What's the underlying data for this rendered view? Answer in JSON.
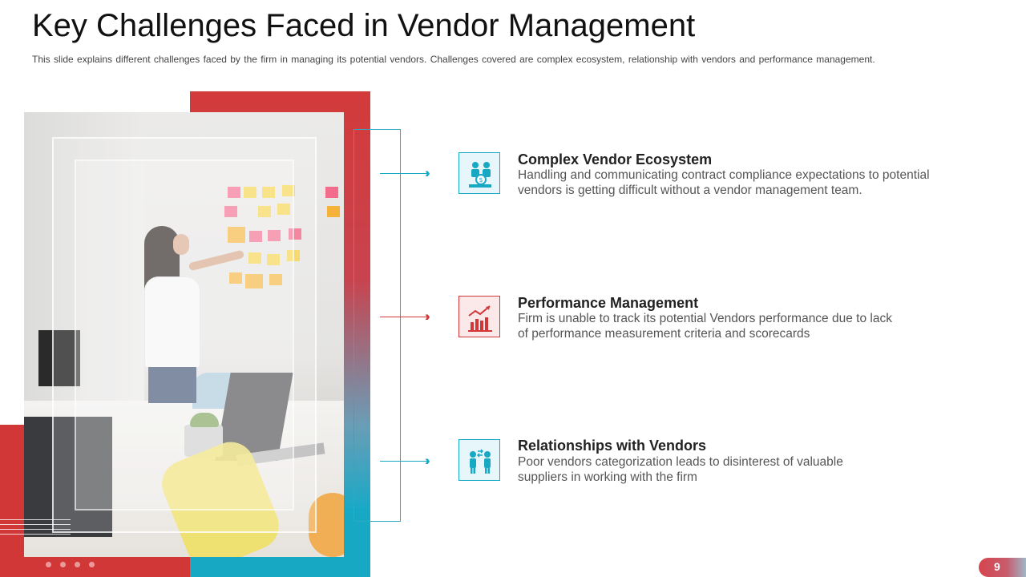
{
  "slide": {
    "title": "Key Challenges Faced in Vendor Management",
    "subtitle": "This slide explains different challenges faced by the firm in managing its potential vendors. Challenges covered are complex ecosystem, relationship with vendors and performance  management.",
    "page_number": "9"
  },
  "challenges": [
    {
      "title": "Complex Vendor Ecosystem",
      "description": "Handling and communicating contract compliance expectations to potential vendors is getting difficult without a vendor management team.",
      "icon": "vendor-ecosystem-icon",
      "accent": "#17a8c4"
    },
    {
      "title": "Performance Management",
      "description": "Firm is unable to track its potential Vendors performance due to lack of performance measurement criteria and scorecards",
      "icon": "performance-chart-icon",
      "accent": "#d13737"
    },
    {
      "title": "Relationships with Vendors",
      "description": "Poor vendors categorization leads to disinterest of valuable suppliers in working with the firm",
      "icon": "relationship-people-icon",
      "accent": "#17a8c4"
    }
  ],
  "colors": {
    "red": "#d13737",
    "teal": "#17a8c4"
  }
}
